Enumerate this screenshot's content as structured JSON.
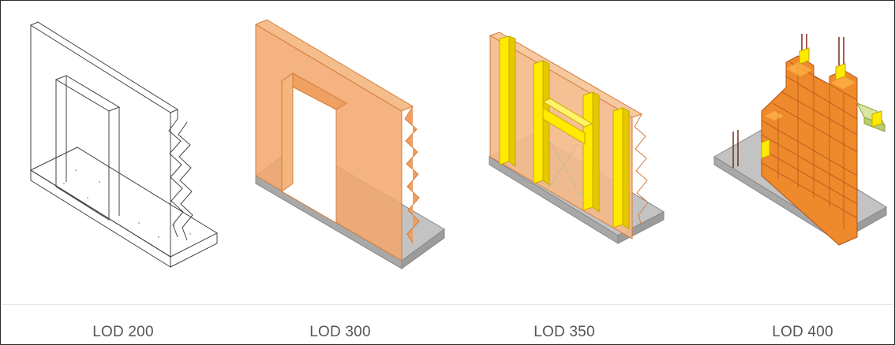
{
  "panels": [
    {
      "label": "LOD 200",
      "render": "wireframe"
    },
    {
      "label": "LOD 300",
      "render": "solid"
    },
    {
      "label": "LOD 350",
      "render": "studs"
    },
    {
      "label": "LOD 400",
      "render": "masonry"
    }
  ],
  "colors": {
    "frame": "#2b2b2b",
    "wire": "#444444",
    "wall_fill": "#f2a66a",
    "wall_edge": "#d47d3c",
    "slab": "#bfbfbf",
    "slab_edge": "#7a7a7a",
    "stud": "#ffea00",
    "brick": "#ec8a2e",
    "brick_light": "#f6b25a",
    "rebar": "#7a2a1a",
    "label": "#555555"
  }
}
